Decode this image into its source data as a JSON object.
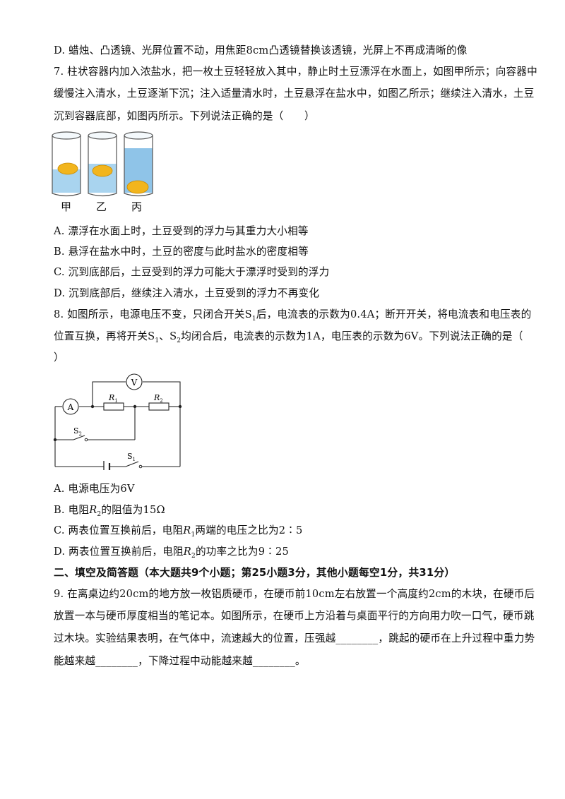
{
  "q6": {
    "optD": "D. 蜡烛、凸透镜、光屏位置不动，用焦距8cm凸透镜替换该透镜，光屏上不再成清晰的像"
  },
  "q7": {
    "stem_1": "7. 柱状容器内加入浓盐水，把一枚土豆轻轻放入其中，静止时土豆漂浮在水面上，如图甲所示；向容器中",
    "stem_2": "缓慢注入清水，土豆逐渐下沉；注入适量清水时，土豆悬浮在盐水中，如图乙所示；继续注入清水，土豆",
    "stem_3": "沉到容器底部，如图丙所示。下列说法正确的是（　　）",
    "fig_labels": [
      "甲",
      "乙",
      "丙"
    ],
    "optA": "A. 漂浮在水面上时，土豆受到的浮力与其重力大小相等",
    "optB": "B. 悬浮在盐水中时，土豆的密度与此时盐水的密度相等",
    "optC": "C. 沉到底部后，土豆受到的浮力可能大于漂浮时受到的浮力",
    "optD": "D. 沉到底部后，继续注入清水，土豆受到的浮力不再变化"
  },
  "q8": {
    "stem_1a": "8. 如图所示，电源电压不变，只闭合开关S",
    "stem_1b": "后，电流表的示数为0.4A；断开开关，将电流表和电压表的",
    "stem_2a": "位置互换，再将开关S",
    "stem_2b": "、S",
    "stem_2c": "均闭合后，电流表的示数为1A，电压表的示数为6V。下列说法正确的是（",
    "stem_3": "）",
    "sub1": "1",
    "sub2": "2",
    "circuit": {
      "voltmeter": "V",
      "ammeter": "A",
      "r1": "R",
      "r1_sub": "1",
      "r2": "R",
      "r2_sub": "2",
      "s1": "S",
      "s1_sub": "1",
      "s2": "S",
      "s2_sub": "2"
    },
    "optA": "A. 电源电压为6V",
    "optB_a": "B. 电阻",
    "optB_r": "R",
    "optB_b": "的阻值为15Ω",
    "optC_a": "C. 两表位置互换前后，电阻",
    "optC_r": "R",
    "optC_b": "两端的电压之比为2∶5",
    "optD_a": "D. 两表位置互换前后，电阻",
    "optD_r": "R",
    "optD_b": "的功率之比为9∶25"
  },
  "section2": {
    "heading": "二、填空及简答题（本大题共9个小题；第25小题3分，其他小题每空1分，共31分）"
  },
  "q9": {
    "line1": "9. 在离桌边约20cm的地方放一枚铝质硬币，在硬币前10cm左右放置一个高度约2cm的木块，在硬币后",
    "line2": "放置一本与硬币厚度相当的笔记本。如图所示，在硬币上方沿着与桌面平行的方向用力吹一口气，硬币跳",
    "line3": "过木块。实验结果表明，在气体中，流速越大的位置，压强越________，跳起的硬币在上升过程中重力势",
    "line4": "能越来越________，下降过程中动能越来越________。"
  }
}
